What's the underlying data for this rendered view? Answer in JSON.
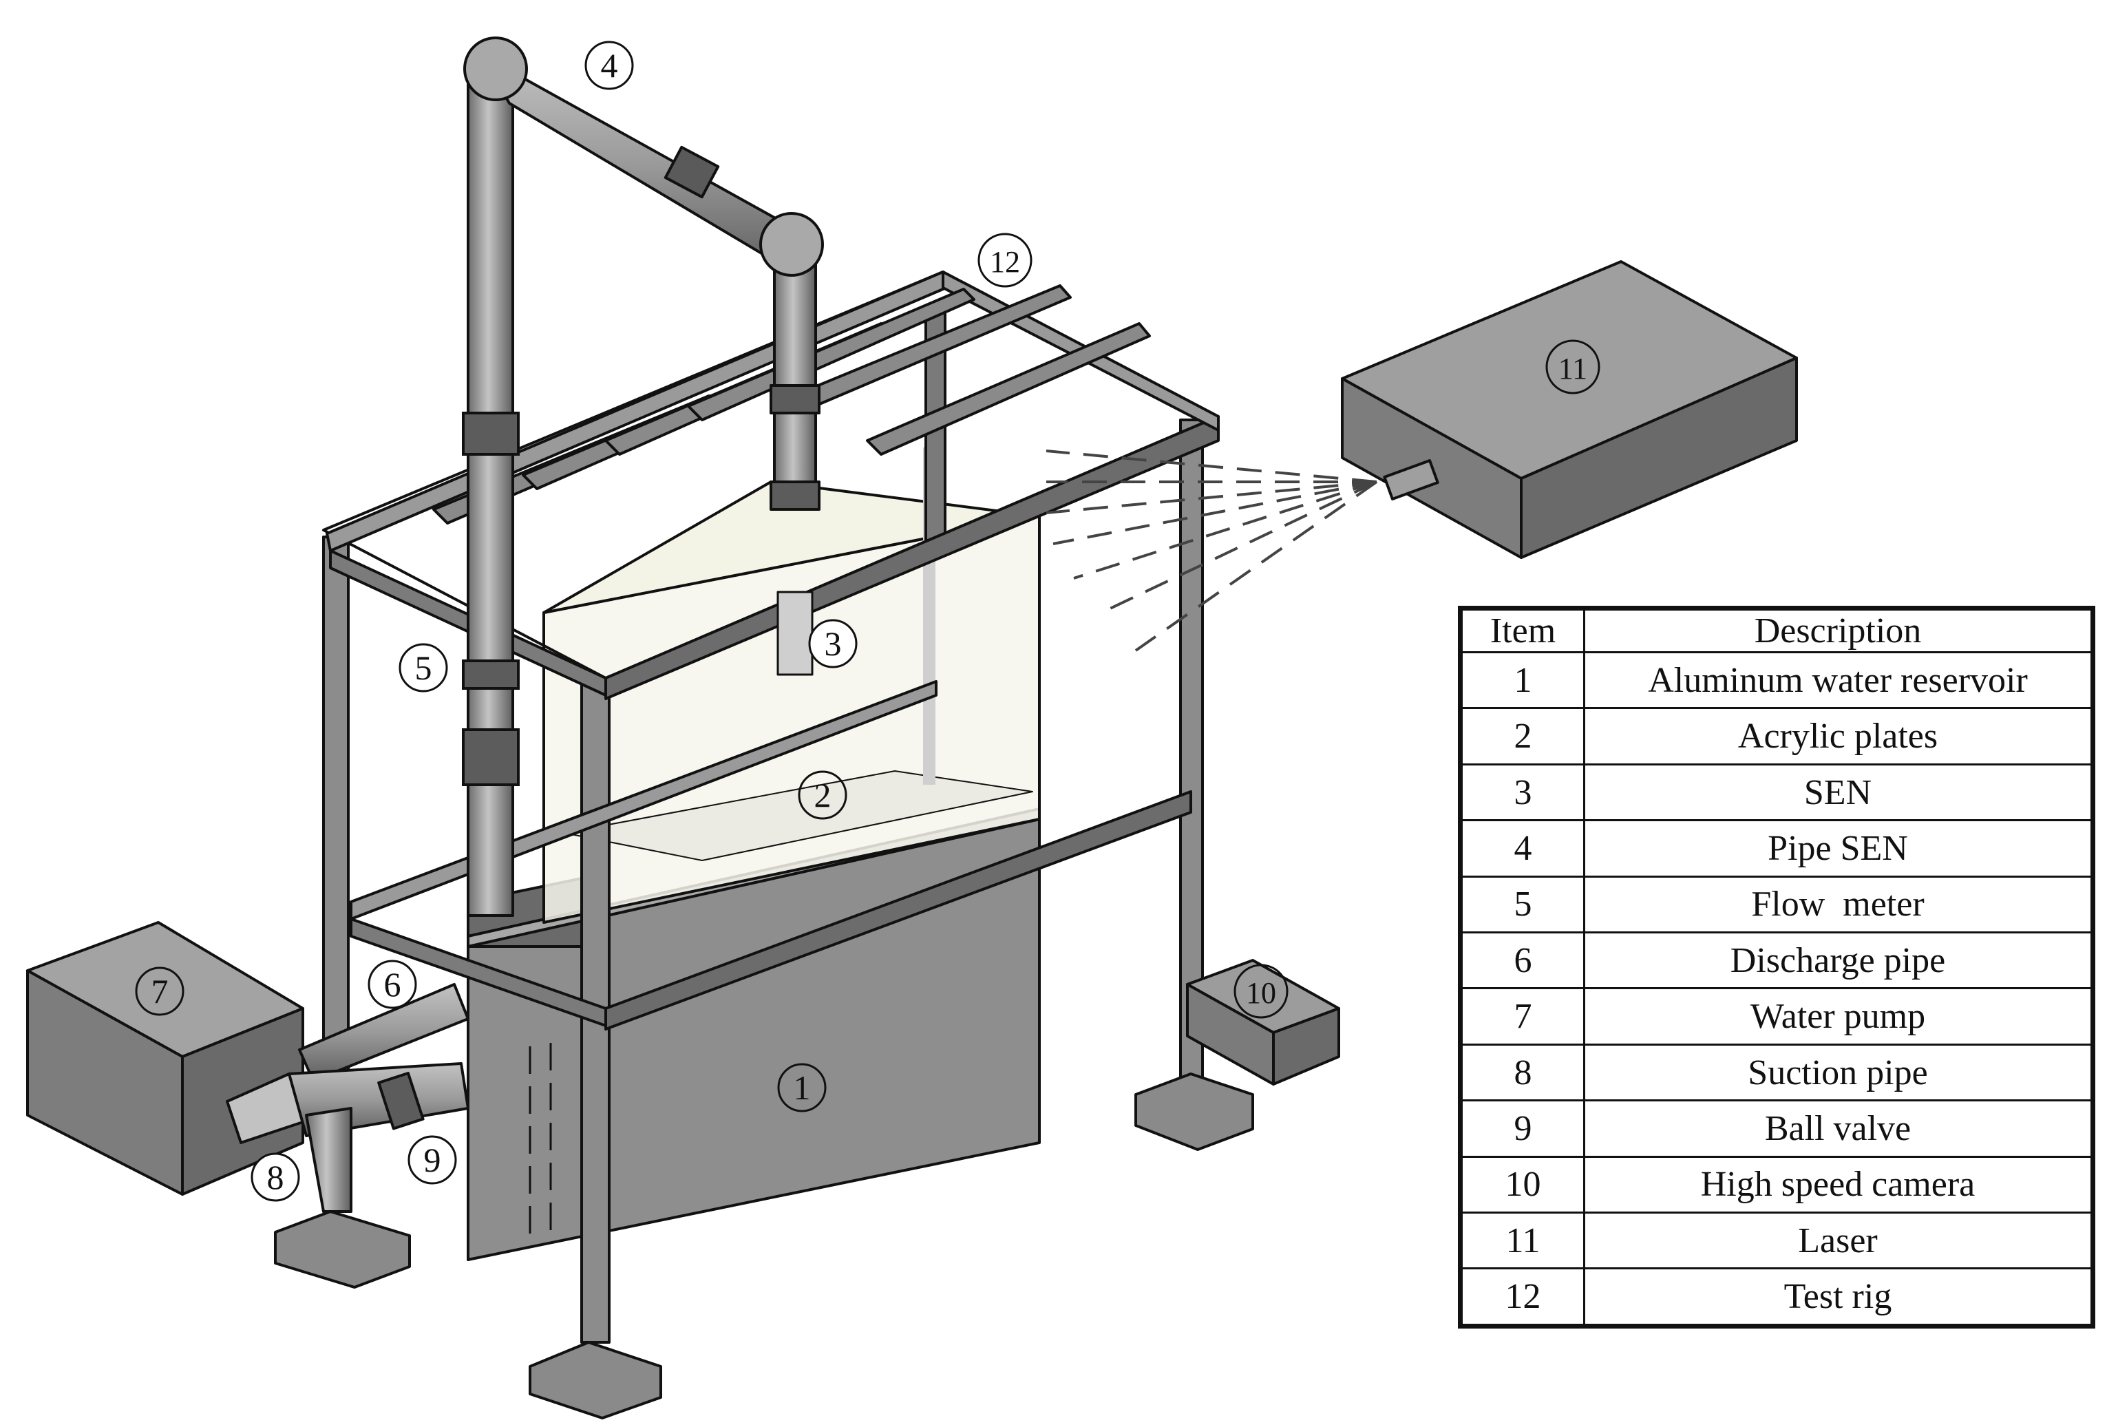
{
  "legend": {
    "header": {
      "item": "Item",
      "description": "Description"
    },
    "rows": [
      {
        "item": "1",
        "description": "Aluminum water reservoir"
      },
      {
        "item": "2",
        "description": "Acrylic plates"
      },
      {
        "item": "3",
        "description": "SEN"
      },
      {
        "item": "4",
        "description": "Pipe SEN"
      },
      {
        "item": "5",
        "description": "Flow  meter"
      },
      {
        "item": "6",
        "description": "Discharge pipe"
      },
      {
        "item": "7",
        "description": "Water pump"
      },
      {
        "item": "8",
        "description": "Suction pipe"
      },
      {
        "item": "9",
        "description": "Ball valve"
      },
      {
        "item": "10",
        "description": "High speed camera"
      },
      {
        "item": "11",
        "description": "Laser"
      },
      {
        "item": "12",
        "description": "Test rig"
      }
    ]
  },
  "callouts": [
    "1",
    "2",
    "3",
    "4",
    "5",
    "6",
    "7",
    "8",
    "9",
    "10",
    "11",
    "12"
  ],
  "colors": {
    "metal": "#8f8f8f",
    "metal_dark": "#5a5a5a",
    "metal_light": "#b8b8b8",
    "outline": "#111111",
    "acrylic": "#f6f5ea"
  }
}
